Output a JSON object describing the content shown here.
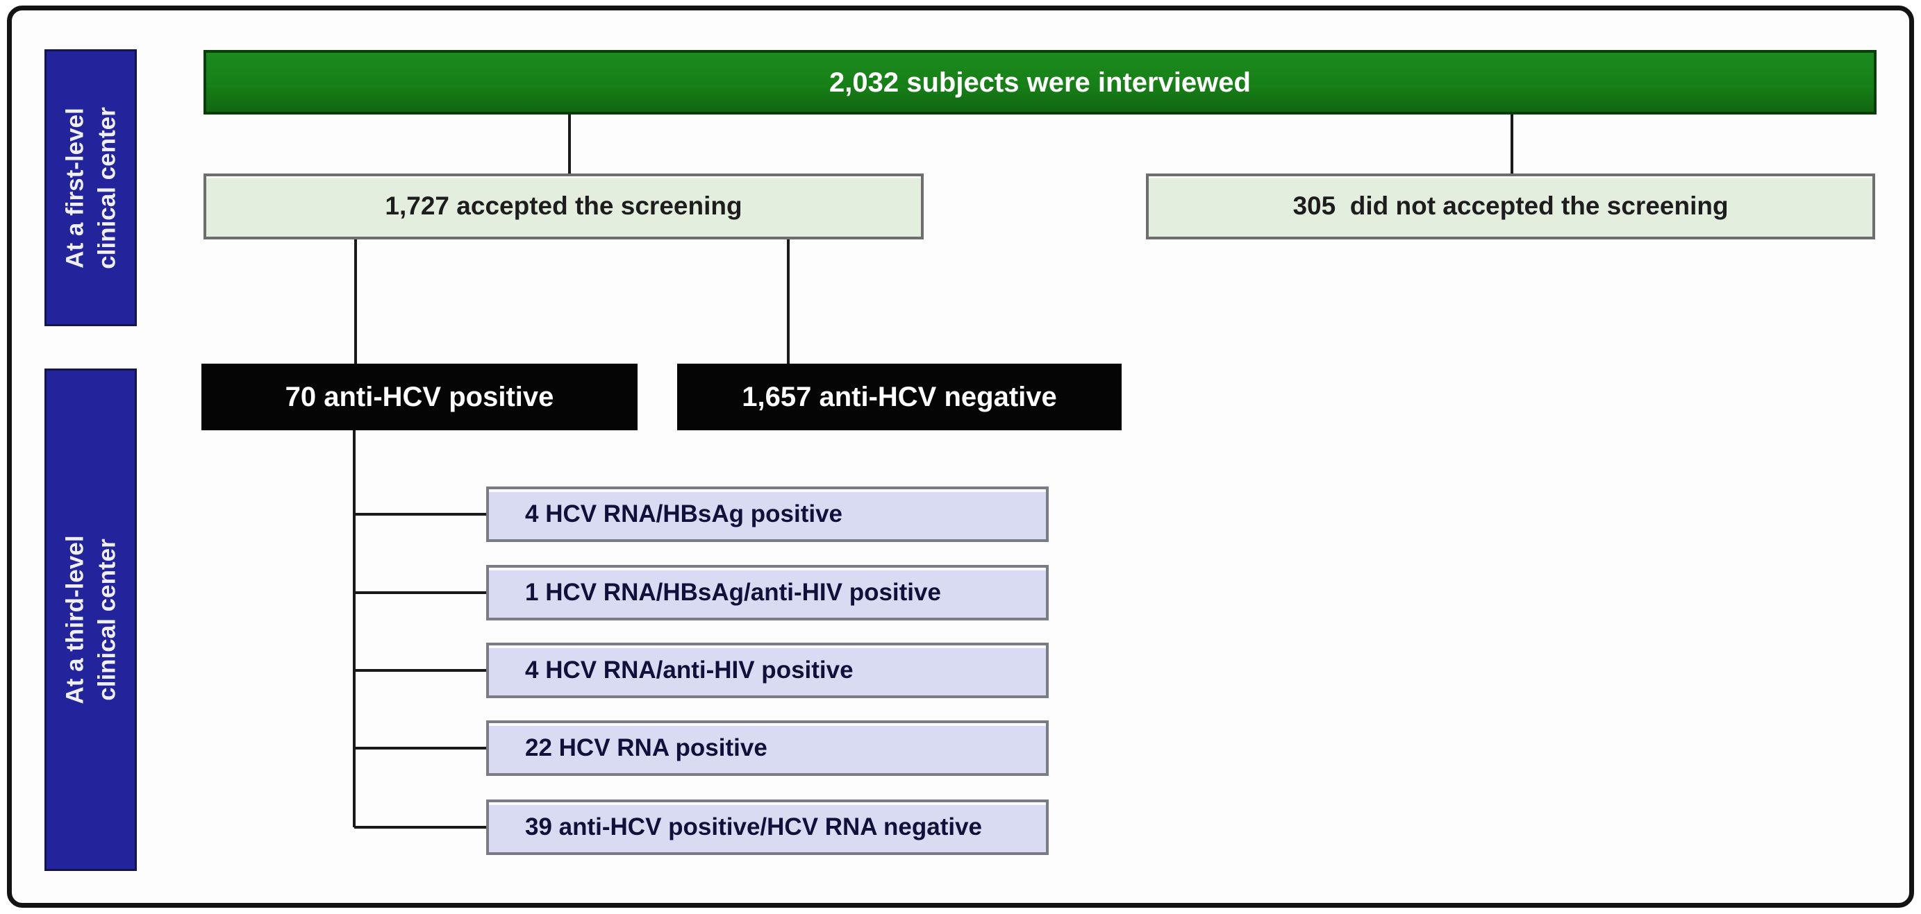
{
  "colors": {
    "green": "#168016",
    "light_green": "#e3eede",
    "lavender": "#d8dbf2",
    "navy": "#23239b",
    "black": "#050505",
    "line": "#1a1a1a"
  },
  "side_labels": [
    {
      "line1": "At a first-level",
      "line2": "clinical center"
    },
    {
      "line1": "At a third-level",
      "line2": "clinical center"
    }
  ],
  "nodes": {
    "interviewed": {
      "count": "2,032",
      "label": "2,032 subjects were interviewed"
    },
    "accepted": {
      "count": "1,727",
      "label": "1,727 accepted the screening"
    },
    "not_accepted": {
      "count": "305",
      "label": "305  did not accepted the screening"
    },
    "hcv_positive": {
      "count": "70",
      "label": "70 anti-HCV positive"
    },
    "hcv_negative": {
      "count": "1,657",
      "label": "1,657 anti-HCV negative"
    },
    "outcomes": [
      {
        "count": "4",
        "label": "4 HCV RNA/HBsAg positive"
      },
      {
        "count": "1",
        "label": "1 HCV RNA/HBsAg/anti-HIV positive"
      },
      {
        "count": "4",
        "label": "4 HCV RNA/anti-HIV positive"
      },
      {
        "count": "22",
        "label": "22 HCV RNA positive"
      },
      {
        "count": "39",
        "label": "39 anti-HCV positive/HCV RNA negative"
      }
    ]
  }
}
